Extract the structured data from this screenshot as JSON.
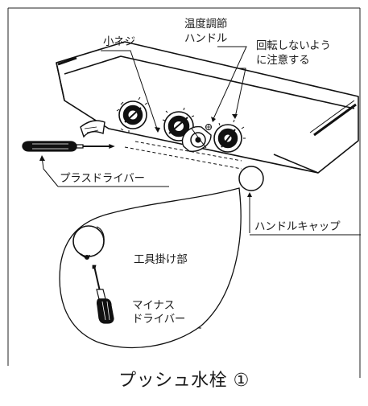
{
  "labels": {
    "small_screw": "小ネジ",
    "temp_handle_line1": "温度調節",
    "temp_handle_line2": "ハンドル",
    "caution_line1": "回転しないよう",
    "caution_line2": "に注意する",
    "phillips_driver": "プラスドライバー",
    "handle_cap": "ハンドルキャップ",
    "tool_hook": "工具掛け部",
    "flat_driver_line1": "マイナス",
    "flat_driver_line2": "ドライバー"
  },
  "caption": "プッシュ水栓 ①"
}
